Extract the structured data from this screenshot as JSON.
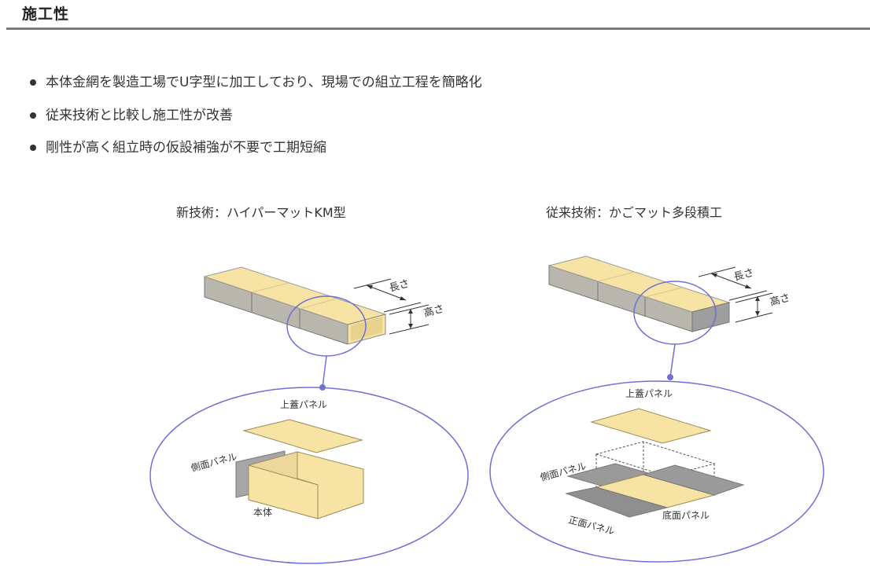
{
  "section": {
    "title": "施工性"
  },
  "bullets": [
    "本体金網を製造工場でU字型に加工しており、現場での組立工程を簡略化",
    "従来技術と比較し施工性が改善",
    "剛性が高く組立時の仮設補強が不要で工期短縮"
  ],
  "figure": {
    "new": {
      "caption": "新技術：ハイパーマットKM型",
      "length_label": "長さ",
      "height_label": "高さ",
      "top_panel": "上蓋パネル",
      "side_panel": "側面パネル",
      "body": "本体"
    },
    "old": {
      "caption": "従来技術：かごマット多段積工",
      "length_label": "長さ",
      "height_label": "高さ",
      "top_panel": "上蓋パネル",
      "side_panel": "側面パネル",
      "front_panel": "正面パネル",
      "bottom_panel": "底面パネル"
    }
  },
  "colors": {
    "panel_yellow": "#f7e3a3",
    "panel_gray": "#a6a6a6",
    "circle_stroke": "#6f6fd6",
    "rule": "#7a7a7a"
  }
}
